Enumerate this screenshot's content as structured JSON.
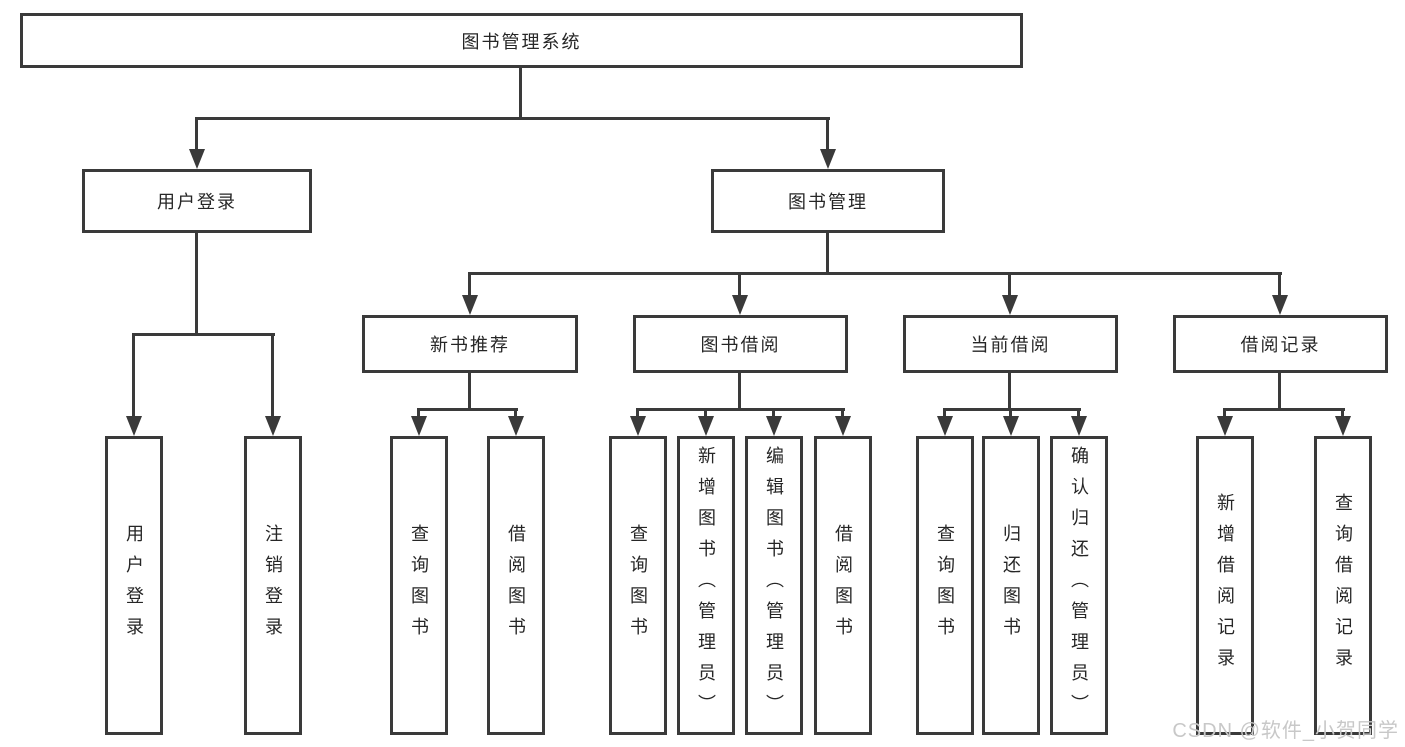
{
  "diagram": {
    "title": "图书管理系统",
    "nodes": {
      "root": "图书管理系统",
      "user_login": "用户登录",
      "book_mgmt": "图书管理",
      "new_book": "新书推荐",
      "book_borrow": "图书借阅",
      "current_borrow": "当前借阅",
      "borrow_records": "借阅记录",
      "leaf_user_login": "用户登录",
      "leaf_logout": "注销登录",
      "leaf_nb_query": "查询图书",
      "leaf_nb_borrow": "借阅图书",
      "leaf_bw_query": "查询图书",
      "leaf_bw_add": "新增图书（管理员）",
      "leaf_bw_edit": "编辑图书（管理员）",
      "leaf_bw_borrow": "借阅图书",
      "leaf_cu_query": "查询图书",
      "leaf_cu_return": "归还图书",
      "leaf_cu_confirm": "确认归还（管理员）",
      "leaf_rc_add": "新增借阅记录",
      "leaf_rc_query": "查询借阅记录"
    }
  },
  "watermark": {
    "text": "CSDN @软件_小贺同学"
  },
  "colors": {
    "line": "#3a3a3a",
    "text": "#262626",
    "watermark": "#c8c8c8",
    "background": "#ffffff"
  }
}
